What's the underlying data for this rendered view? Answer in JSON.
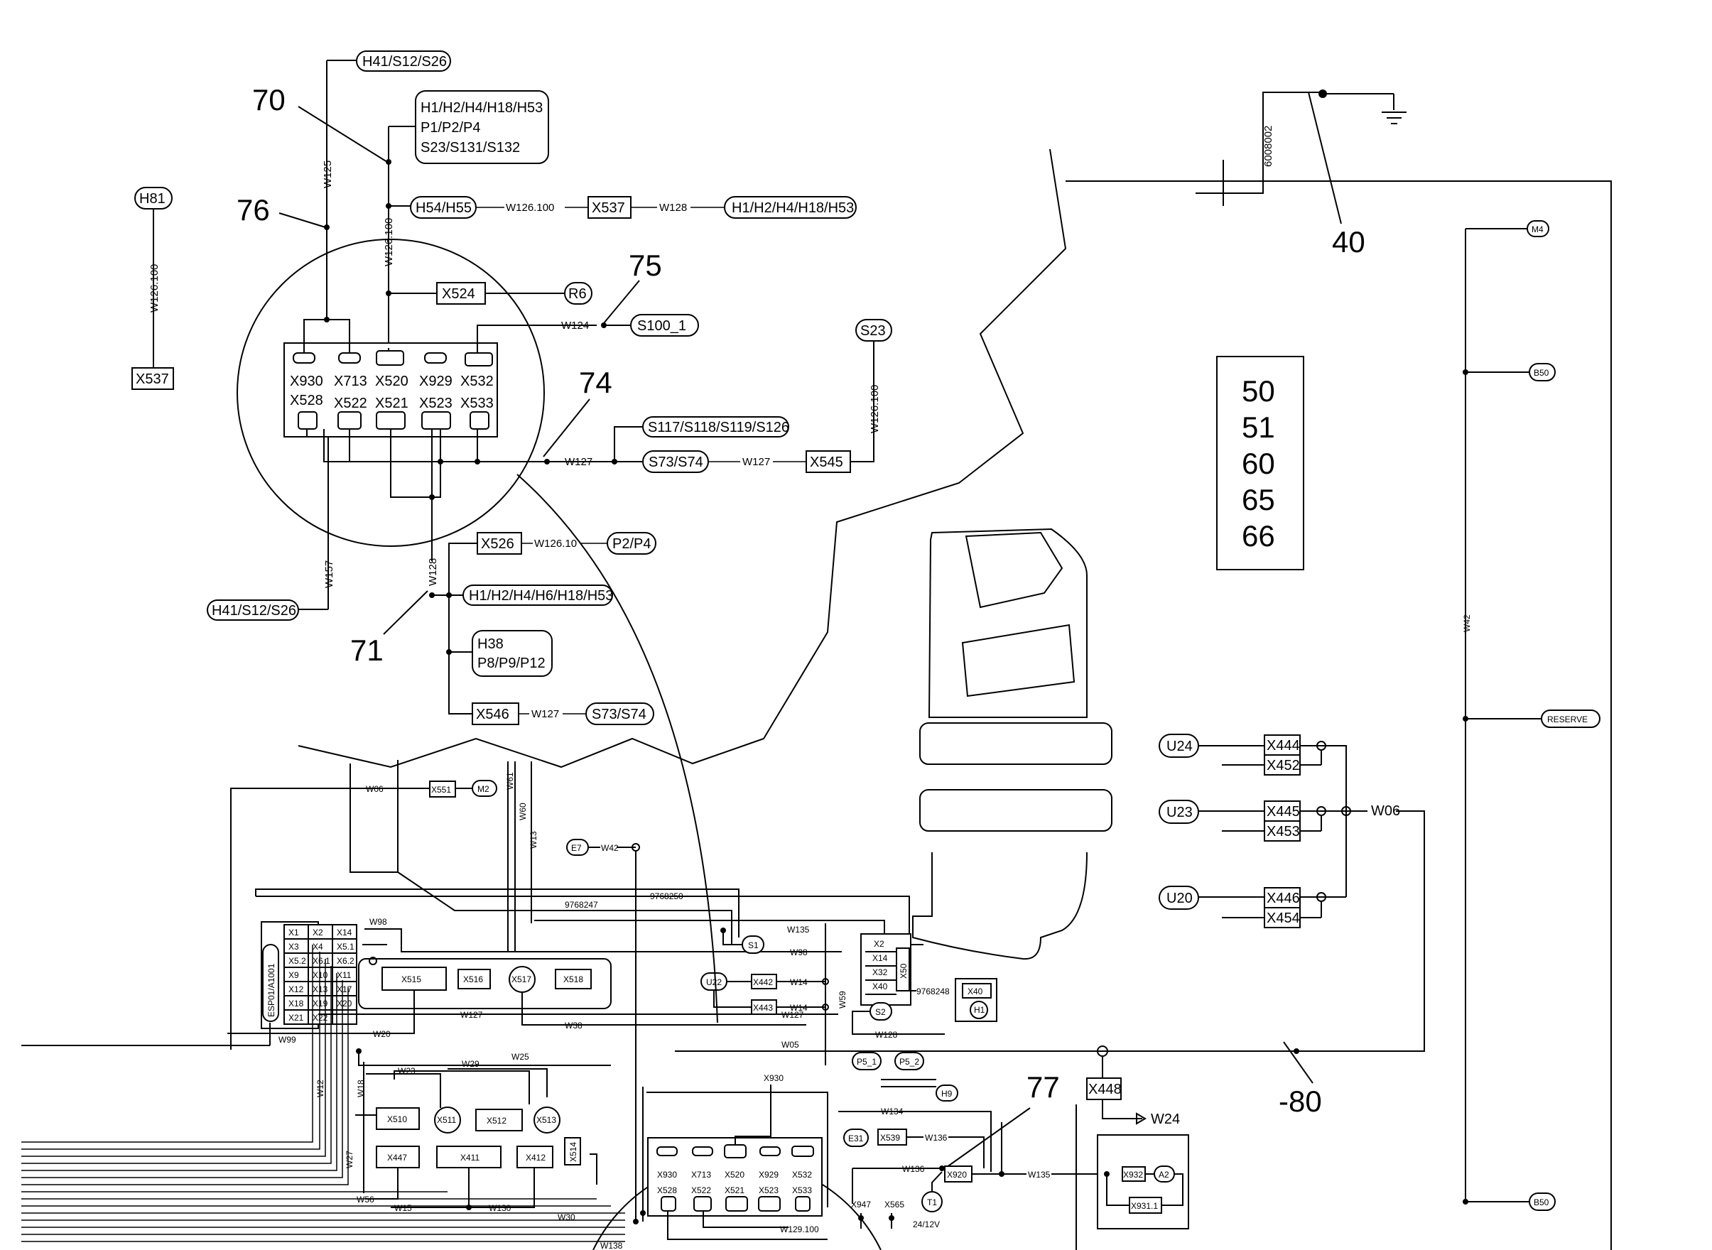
{
  "callouts": {
    "c70": "70",
    "c76": "76",
    "c75": "75",
    "c74": "74",
    "c71": "71",
    "c40": "40",
    "c77": "77",
    "cm80": "-80"
  },
  "label_numbers": [
    "50",
    "51",
    "60",
    "65",
    "66"
  ],
  "labels": {
    "h41_top": "H41/S12/S26",
    "h1_stack_1": "H1/H2/H4/H18/H53",
    "h1_stack_2": "P1/P2/P4",
    "h1_stack_3": "S23/S131/S132",
    "h54": "H54/H55",
    "w126_100": "W126.100",
    "x537": "X537",
    "w128": "W128",
    "h1_right": "H1/H2/H4/H18/H53",
    "h81": "H81",
    "x524": "X524",
    "r6": "R6",
    "w124": "W124",
    "s100": "S100_1",
    "s23": "S23",
    "s117": "S117/S118/S119/S126",
    "s73": "S73/S74",
    "w127": "W127",
    "x545": "X545",
    "x526": "X526",
    "w126_10": "W126.10",
    "p2p4": "P2/P4",
    "h1_h6": "H1/H2/H4/H6/H18/H53",
    "h38_1": "H38",
    "h38_2": "P8/P9/P12",
    "x546": "X546",
    "h41_bottom": "H41/S12/S26",
    "w157": "W157",
    "w125": "W125",
    "part_no": "6008002",
    "m4": "M4",
    "b50": "B50",
    "w42": "W42",
    "reserve": "RESERVE",
    "u24": "U24",
    "u23": "U23",
    "u20": "U20",
    "x444": "X444",
    "x452": "X452",
    "x445": "X445",
    "x453": "X453",
    "x446": "X446",
    "x454": "X454",
    "w06": "W06",
    "x448": "X448",
    "w24": "W24",
    "x551": "X551",
    "m2": "M2",
    "w06_small": "W06",
    "w61": "W61",
    "w60": "W60",
    "w13": "W13",
    "e7": "E7",
    "w42_small": "W42",
    "n9768250": "9768250",
    "n9768247": "9768247",
    "n9768248": "9768248",
    "w135": "W135",
    "s1": "S1",
    "w98": "W98",
    "u22": "U22",
    "x442": "X442",
    "x443": "X443",
    "w14": "W14",
    "x2": "X2",
    "x14": "X14",
    "x32": "X32",
    "x40": "X40",
    "x50": "X50",
    "w59": "W59",
    "s2": "S2",
    "h1": "H1",
    "esp": "ESP01/A1001",
    "w99": "W99",
    "w20": "W20",
    "w38": "W38",
    "w12": "W12",
    "w18": "W18",
    "w23": "W23",
    "w29": "W29",
    "w25": "W25",
    "w27": "W27",
    "w56": "W56",
    "w15": "W15",
    "w130": "W130",
    "w30": "W30",
    "w138": "W138",
    "w129": "W129.100",
    "x515": "X515",
    "x516": "X516",
    "x517": "X517",
    "x518": "X518",
    "x510": "X510",
    "x511": "X511",
    "x512": "X512",
    "x513": "X513",
    "x447": "X447",
    "x411": "X411",
    "x412": "X412",
    "x514": "X514",
    "p5_1": "P5_1",
    "p5_2": "P5_2",
    "h9": "H9",
    "w134": "W134",
    "w136": "W136",
    "e31": "E31",
    "x539": "X539",
    "x920": "X920",
    "x947": "X947",
    "x565": "X565",
    "t1": "T1",
    "t1v": "24/12V",
    "x932": "X932",
    "a2": "A2",
    "x931": "X931.1",
    "w128_b": "W128",
    "w127_b": "W127",
    "x930_b": "X930",
    "w05": "W05"
  },
  "connector_grid": {
    "top": [
      "X930",
      "X713",
      "X520",
      "X929",
      "X532"
    ],
    "bottom": [
      "X528",
      "X522",
      "X521",
      "X523",
      "X533"
    ]
  },
  "fuse_grid": [
    [
      "X1",
      "X2",
      "X14"
    ],
    [
      "X3",
      "X4",
      "X5.1"
    ],
    [
      "X5.2",
      "X6.1",
      "X6.2"
    ],
    [
      "X9",
      "X10",
      "X11"
    ],
    [
      "X12",
      "X13",
      "X17"
    ],
    [
      "X18",
      "X19",
      "X20"
    ],
    [
      "X21",
      "X22",
      ""
    ]
  ]
}
